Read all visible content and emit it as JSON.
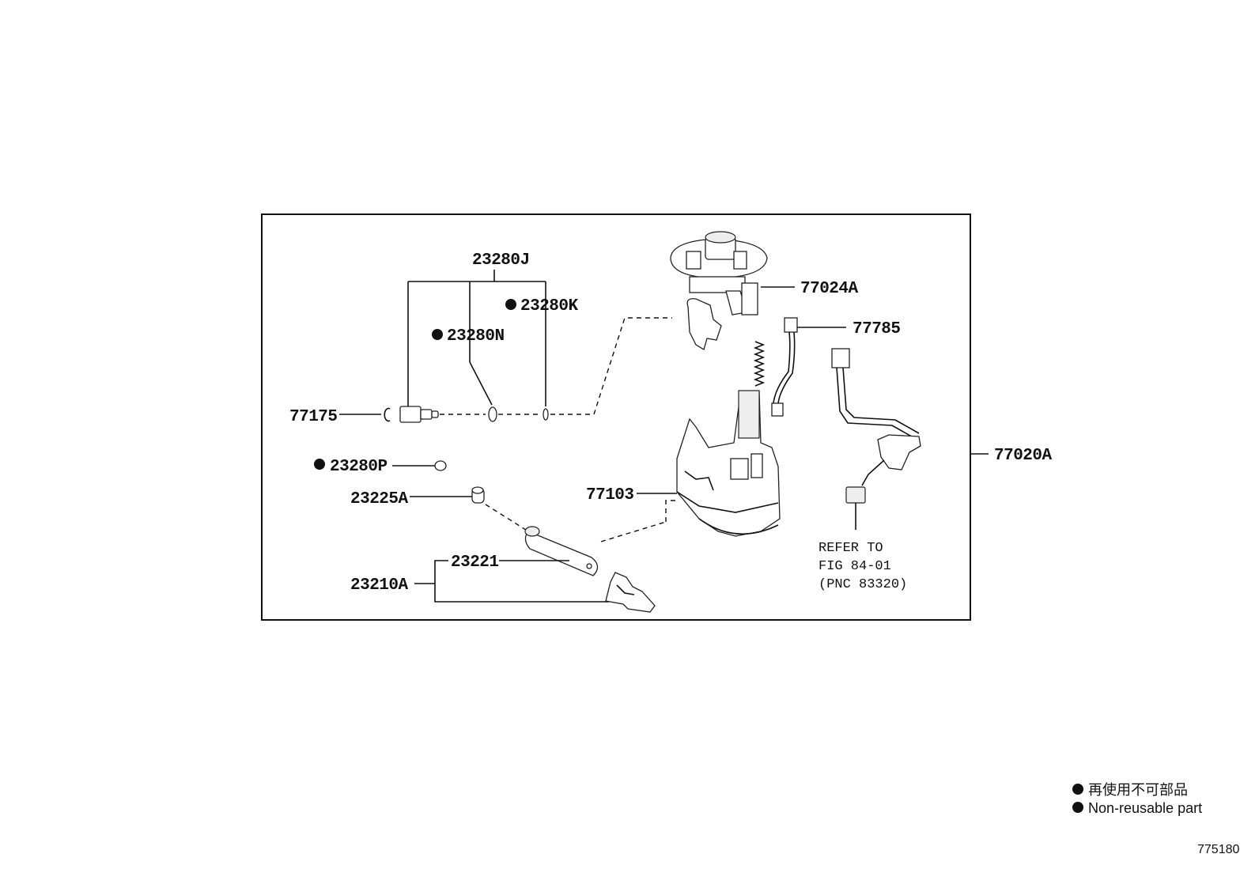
{
  "callouts": {
    "p23280J": "23280J",
    "p23280K": "23280K",
    "p23280N": "23280N",
    "p77175": "77175",
    "p23280P": "23280P",
    "p23225A": "23225A",
    "p23221": "23221",
    "p23210A": "23210A",
    "p77024A": "77024A",
    "p77785": "77785",
    "p77103": "77103",
    "p77020A": "77020A"
  },
  "refer": {
    "line1": "REFER TO",
    "line2": "FIG 84-01",
    "line3": "(PNC 83320)"
  },
  "legend": {
    "japanese": "再使用不可部品",
    "english": "Non-reusable part"
  },
  "figure_number": "775180",
  "icons": {
    "non_reusable_marker": "filled-circle-icon"
  }
}
